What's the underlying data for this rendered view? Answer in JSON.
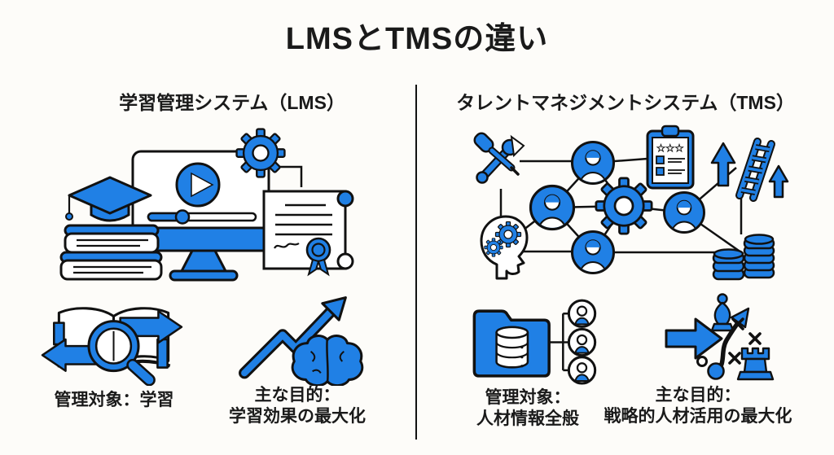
{
  "title": "LMSとTMSの違い",
  "colors": {
    "accent_blue": "#2080E5",
    "outline_black": "#111111",
    "background": "#FDFCF9",
    "text": "#1A1A1A"
  },
  "left": {
    "header": "学習管理システム（LMS）",
    "illustration": "e-learning-monitor-books-gradcap-gear-certificate",
    "items": [
      {
        "icon": "open-book-magnifier-cycle-icon",
        "lines": [
          "管理対象：学習"
        ]
      },
      {
        "icon": "growth-arrow-brain-icon",
        "lines": [
          "主な目的：",
          "学習効果の最大化"
        ]
      }
    ]
  },
  "right": {
    "header": "タレントマネジメントシステム（TMS）",
    "illustration": "talent-network-people-gear-tools-clipboard-ladder-coins",
    "clipboard_stars": "★★★",
    "items": [
      {
        "icon": "folder-database-people-icon",
        "lines": [
          "管理対象：",
          "人材情報全般"
        ]
      },
      {
        "icon": "strategy-chess-arrow-icon",
        "lines": [
          "主な目的：",
          "戦略的人材活用の最大化"
        ]
      }
    ]
  }
}
